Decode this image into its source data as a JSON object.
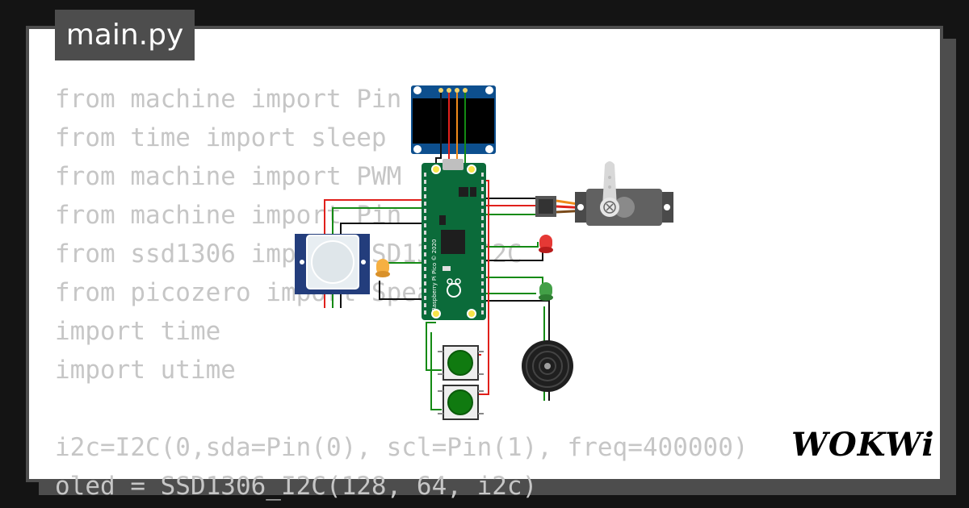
{
  "file_tab": {
    "label": "main.py"
  },
  "code_lines": [
    "from machine import Pin",
    "from time import sleep",
    "from machine import PWM",
    "from machine import Pin",
    "from ssd1306 import SSD1306_I2C",
    "from picozero import Speaker",
    "import time",
    "import utime",
    "",
    "i2c=I2C(0,sda=Pin(0), scl=Pin(1), freq=400000)",
    "oled = SSD1306_I2C(128, 64, i2c)"
  ],
  "board": {
    "label": "Raspberry Pi Pico © 2020"
  },
  "brand": {
    "logo_text": "WOKWi"
  },
  "components": {
    "oled_display": "oled-display",
    "servo_motor": "servo-motor",
    "pir_sensor": "pir-sensor",
    "led_red": "#e53935",
    "led_green": "#43a047",
    "led_yellow": "#f6b042",
    "buzzer": "piezo-buzzer",
    "push_buttons": 2
  },
  "colors": {
    "board_green": "#0b6b3a",
    "wire_red": "#e0201b",
    "wire_green": "#148a14",
    "wire_black": "#111111",
    "wire_orange": "#ef8a1a",
    "oled_blue": "#0d4f8e",
    "pir_blue": "#233d7c"
  }
}
